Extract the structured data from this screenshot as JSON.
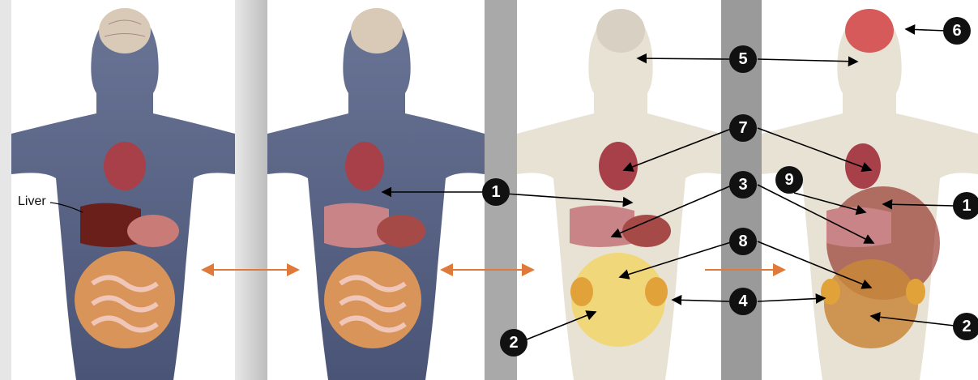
{
  "labels": {
    "liver": "Liver"
  },
  "callouts": [
    {
      "id": "c1a",
      "text": "1"
    },
    {
      "id": "c1b",
      "text": "1"
    },
    {
      "id": "c2a",
      "text": "2"
    },
    {
      "id": "c2b",
      "text": "2"
    },
    {
      "id": "c3",
      "text": "3"
    },
    {
      "id": "c4",
      "text": "4"
    },
    {
      "id": "c5",
      "text": "5"
    },
    {
      "id": "c6",
      "text": "6"
    },
    {
      "id": "c7",
      "text": "7"
    },
    {
      "id": "c8",
      "text": "8"
    },
    {
      "id": "c9",
      "text": "9"
    }
  ],
  "colors": {
    "skin_blue": "#5c6788",
    "skin_pale": "#e7e2d4",
    "transition_arrow": "#e07a3a",
    "callout_fill": "#111111"
  },
  "panels": [
    {
      "name": "baseline-body",
      "skin": "blue"
    },
    {
      "name": "second-body",
      "skin": "blue"
    },
    {
      "name": "third-body",
      "skin": "pale"
    },
    {
      "name": "fourth-body",
      "skin": "pale"
    }
  ]
}
